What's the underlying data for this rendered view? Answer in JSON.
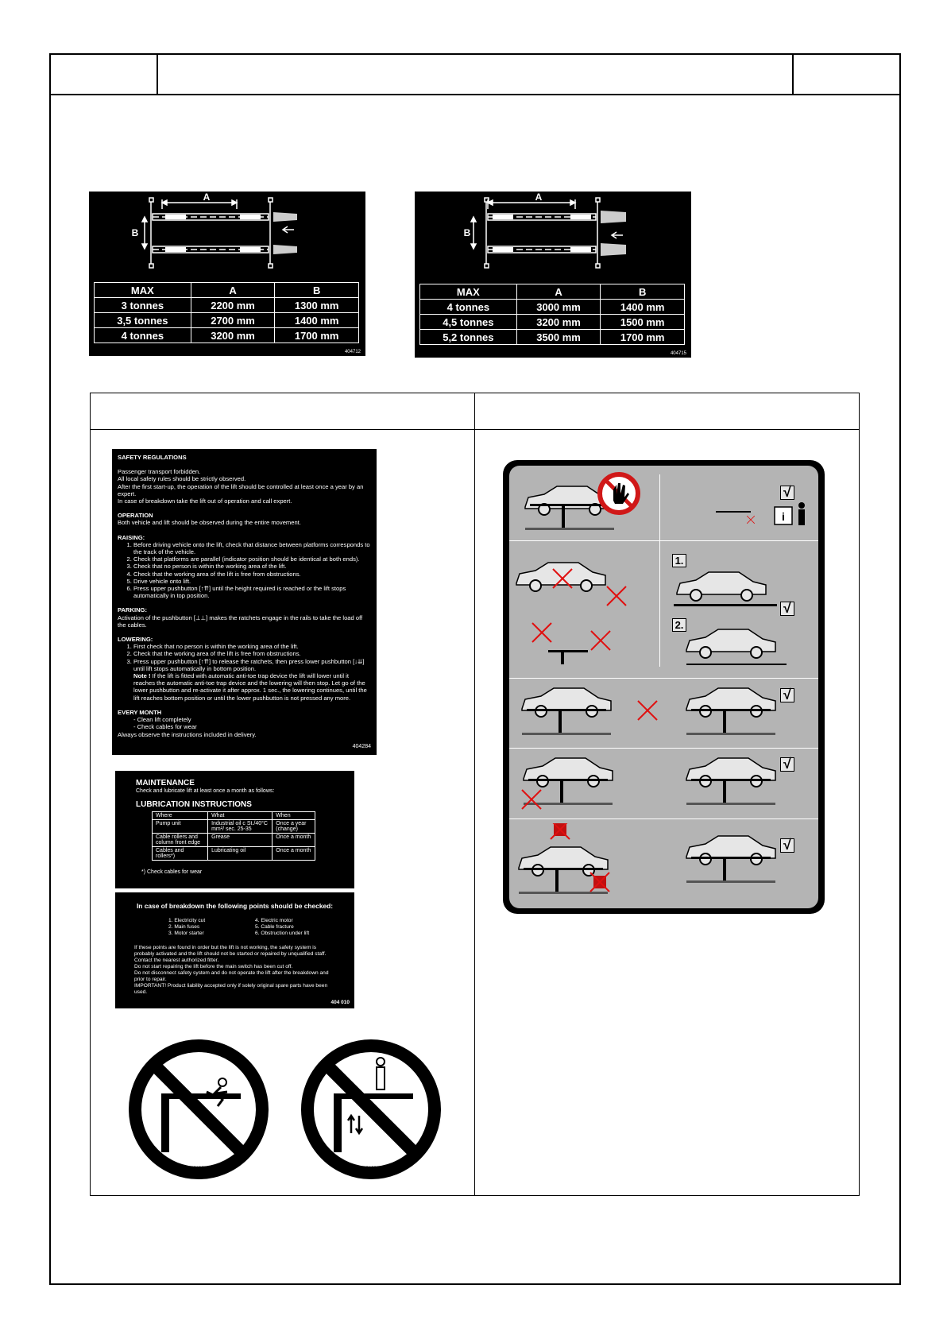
{
  "lift_capacity_left": {
    "dimension_a": "A",
    "dimension_b": "B",
    "header": [
      "MAX",
      "A",
      "B"
    ],
    "rows": [
      [
        "3 tonnes",
        "2200 mm",
        "1300 mm"
      ],
      [
        "3,5 tonnes",
        "2700 mm",
        "1400 mm"
      ],
      [
        "4 tonnes",
        "3200 mm",
        "1700 mm"
      ]
    ],
    "code": "404712"
  },
  "lift_capacity_right": {
    "dimension_a": "A",
    "dimension_b": "B",
    "header": [
      "MAX",
      "A",
      "B"
    ],
    "rows": [
      [
        "4 tonnes",
        "3000 mm",
        "1400 mm"
      ],
      [
        "4,5 tonnes",
        "3200 mm",
        "1500 mm"
      ],
      [
        "5,2 tonnes",
        "3500 mm",
        "1700 mm"
      ]
    ],
    "code": "404715"
  },
  "safety": {
    "title": "SAFETY REGULATIONS",
    "intro": [
      "Passenger transport forbidden.",
      "All local safety rules should be strictly observed.",
      "After the first start-up, the operation of the lift should be controlled at least once a year by an expert.",
      "In case of breakdown take the lift out of operation and call expert."
    ],
    "operation_title": "OPERATION",
    "operation_text": "Both vehicle and lift should be observed during the entire movement.",
    "raising_title": "RAISING:",
    "raising_items": [
      "Before driving vehicle onto the lift, check that distance between platforms corresponds to the track of the vehicle.",
      "Check that platforms are parallel (indicator position should be identical at both ends).",
      "Check that no person is within the working area of the lift.",
      "Check that the working area of the lift is free from obstructions.",
      "Drive vehicle onto lift.",
      "Press upper pushbutton [↑⇈] until the height required is reached or the lift stops automatically in top position."
    ],
    "parking_title": "PARKING:",
    "parking_text": "Activation of the pushbutton [⊥⊥] makes the ratchets engage in the rails to take the load off the cables.",
    "lowering_title": "LOWERING:",
    "lowering_items": [
      "First check that no person is within the working area of the lift.",
      "Check that the working area of the lift is free from obstructions.",
      "Press upper pushbutton [↑⇈] to release the ratchets, then press lower pushbutton [↓⇊] until lift stops automatically in bottom position."
    ],
    "note_label": "Note !",
    "note_text": "If the lift is fitted with automatic anti-toe trap device the lift will lower until it reaches the automatic anti-toe trap device and the lowering will then stop. Let go of the lower pushbutton and re-activate it after approx. 1 sec., the lowering continues, until the lift reaches bottom position or until the lower pushbutton is not pressed any more.",
    "month_title": "EVERY MONTH",
    "month_items": [
      "- Clean lift completely",
      "- Check cables for wear"
    ],
    "month_footer": "Always observe the instructions included in delivery.",
    "code": "404284"
  },
  "maintenance": {
    "title": "MAINTENANCE",
    "subtitle": "Check and lubricate lift at least once a month as follows:",
    "lub_title": "LUBRICATION INSTRUCTIONS",
    "columns": [
      "Where",
      "What",
      "When"
    ],
    "rows": [
      [
        "Pump unit",
        "Industrial oil c St./40°C mm²/ sec. 25-35",
        "Once a year (change)"
      ],
      [
        "Cable rollers and column front edge",
        "Grease",
        "Once a month"
      ],
      [
        "Cables and rollers*)",
        "Lubricating oil",
        "Once a month"
      ]
    ],
    "footnote": "*) Check cables for wear"
  },
  "breakdown": {
    "title": "In case of breakdown the following points should be checked:",
    "items_left": [
      "1. Electricity cut",
      "2. Main fuses",
      "3. Motor starter"
    ],
    "items_right": [
      "4. Electric motor",
      "5. Cable fracture",
      "6. Obstruction under lift"
    ],
    "paragraphs": [
      "If these points are found in order but the lift is not working, the safety system is probably activated and the lift should not be started or repaired by unqualified staff. Contact the nearest authorized fitter.",
      "Do not start repairing the lift before the main switch has been cut off.",
      "Do not disconnect safety system and do not operate the lift after the breakdown and prior to repair.",
      "IMPORTANT! Product liability accepted only if solely original spare parts have been used."
    ],
    "code": "404 010"
  },
  "prohibition_signs": [
    {
      "code": "404201"
    },
    {
      "code": "404202"
    }
  ],
  "pictogram_panel": {
    "step_labels": [
      "1.",
      "2."
    ],
    "check_mark": "√"
  }
}
